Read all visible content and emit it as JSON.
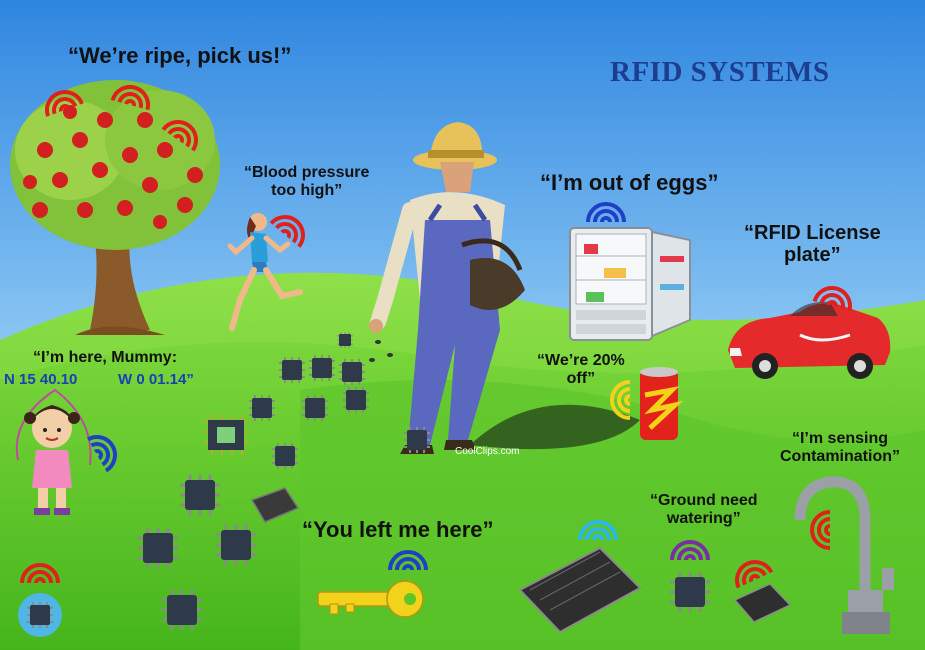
{
  "title": "RFID SYSTEMS",
  "credit": "CoolClips.com",
  "colors": {
    "sky_top": "#2f86e0",
    "sky_bottom": "#dff1ff",
    "grass": "#5dc72a",
    "title": "#1f3d8f",
    "coordinates": "#1b3fb5",
    "signal_red": "#e0201c",
    "signal_blue": "#1f3fc8",
    "signal_yellow": "#f2d21b",
    "signal_cyan": "#2ab6e6",
    "signal_purple": "#7a2ea6"
  },
  "labels": {
    "tree": "“We’re ripe, pick us!”",
    "runner_line1": "“Blood pressure",
    "runner_line2": "too high”",
    "fridge": "“I’m out of eggs”",
    "car_line1": "“RFID License",
    "car_line2": "plate”",
    "girl": "“I’m here, Mummy:",
    "can_line1": "“We’re 20%",
    "can_line2": "off”",
    "tap_line1": "“I’m sensing",
    "tap_line2": "Contamination”",
    "ground_line1": "“Ground need",
    "ground_line2": "watering”",
    "key": "“You left me here”"
  },
  "coordinates": {
    "north": "N  15 40.10",
    "west": "W  0 01.14”"
  },
  "icons": [
    "apple-tree-icon",
    "runner-icon",
    "farmer-icon",
    "fridge-icon",
    "car-icon",
    "girl-icon",
    "soda-can-icon",
    "tap-icon",
    "key-icon",
    "chip-icon",
    "wifi-signal-icon"
  ]
}
